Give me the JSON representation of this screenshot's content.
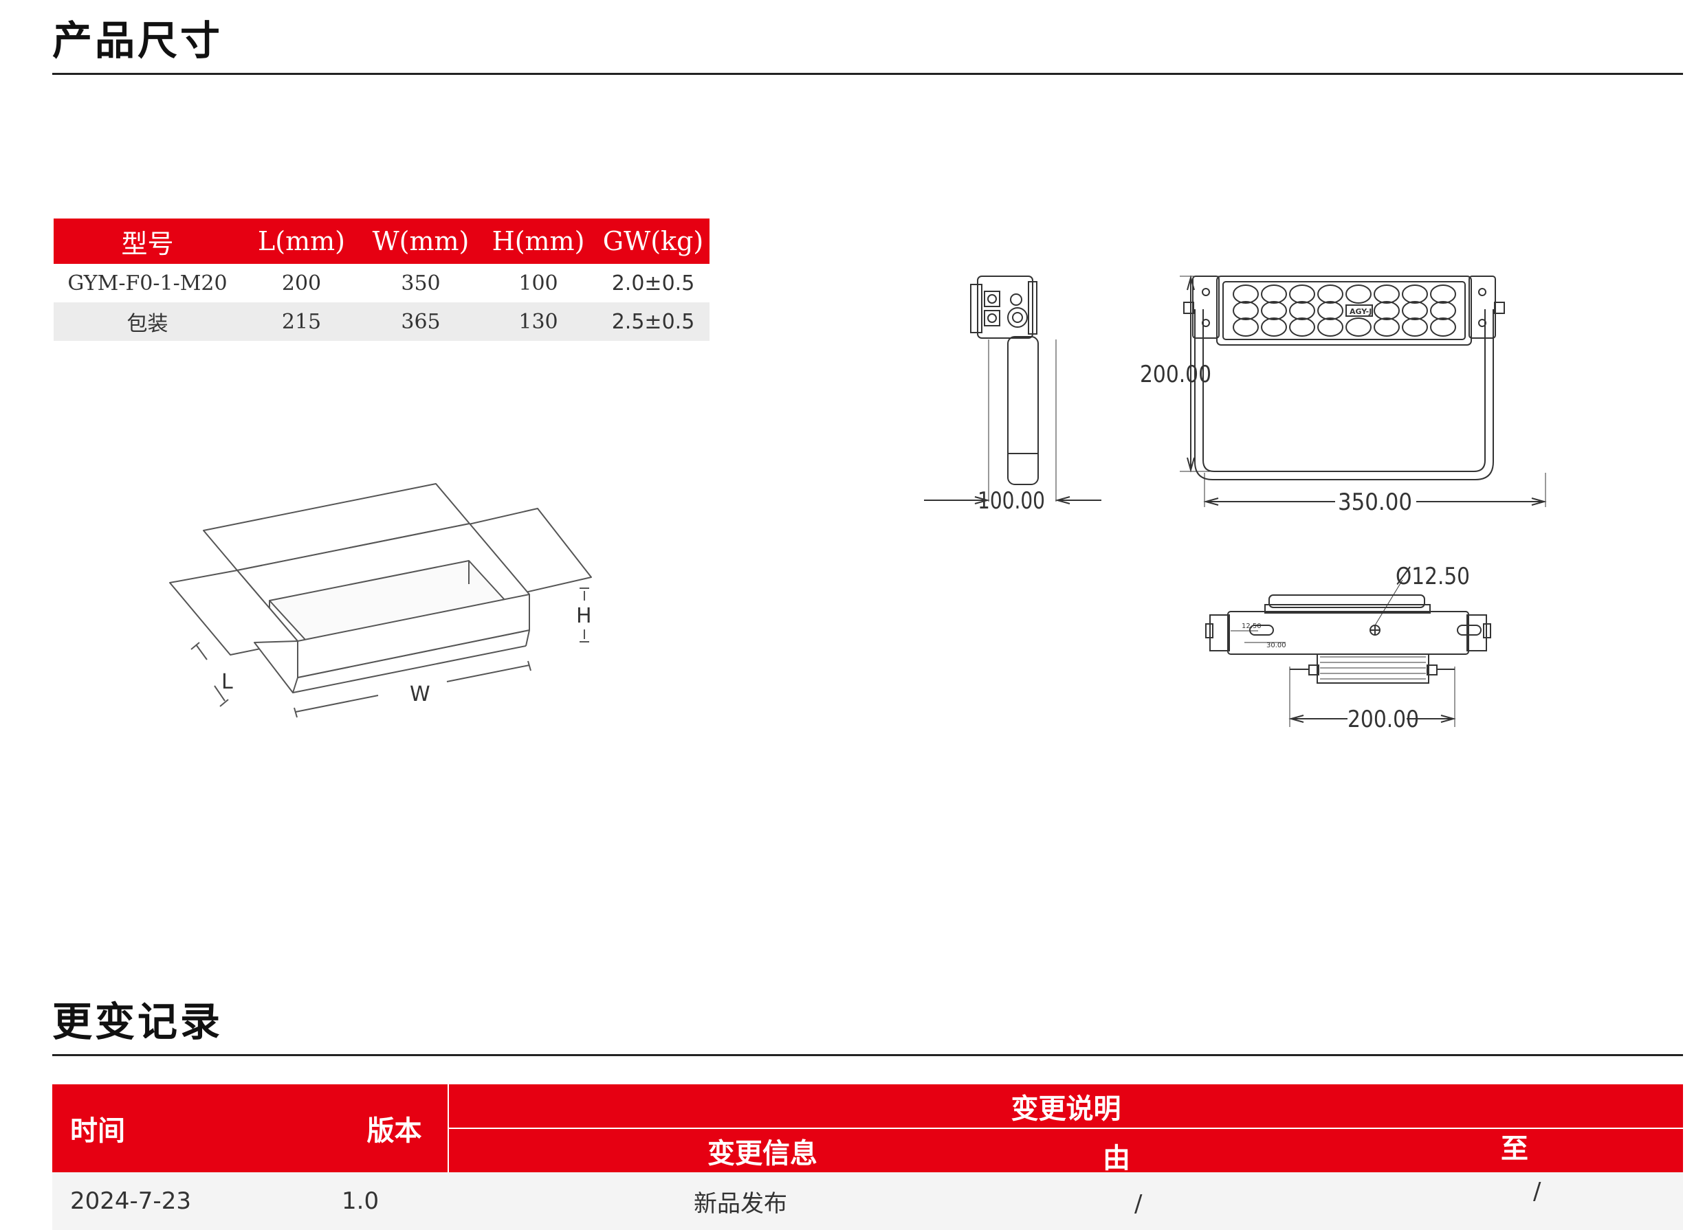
{
  "section1": {
    "title": "产品尺寸"
  },
  "dim_table": {
    "headers": [
      "型号",
      "L(mm)",
      "W(mm)",
      "H(mm)",
      "GW(kg)"
    ],
    "rows": [
      [
        "GYM-F0-1-M20",
        "200",
        "350",
        "100",
        "2.0±0.5"
      ],
      [
        "包装",
        "215",
        "365",
        "130",
        "2.5±0.5"
      ]
    ]
  },
  "box_diagram": {
    "label_l": "L",
    "label_w": "W",
    "label_h": "H"
  },
  "drawing": {
    "dim_side_width": "100.00",
    "dim_height": "200.00",
    "dim_front_width": "350.00",
    "dim_bottom_width": "200.00",
    "dim_hole": "Ø12.50",
    "dim_small_a": "12.50",
    "dim_small_b": "30.00",
    "brand_mark": "AGY-J"
  },
  "section2": {
    "title": "更变记录"
  },
  "change_log": {
    "col_time": "时间",
    "col_version": "版本",
    "col_change_desc": "变更说明",
    "col_change_info": "变更信息",
    "col_from": "由",
    "col_to": "至",
    "rows": [
      {
        "time": "2024-7-23",
        "version": "1.0",
        "info": "新品发布",
        "from": "/",
        "to": "/"
      }
    ]
  }
}
